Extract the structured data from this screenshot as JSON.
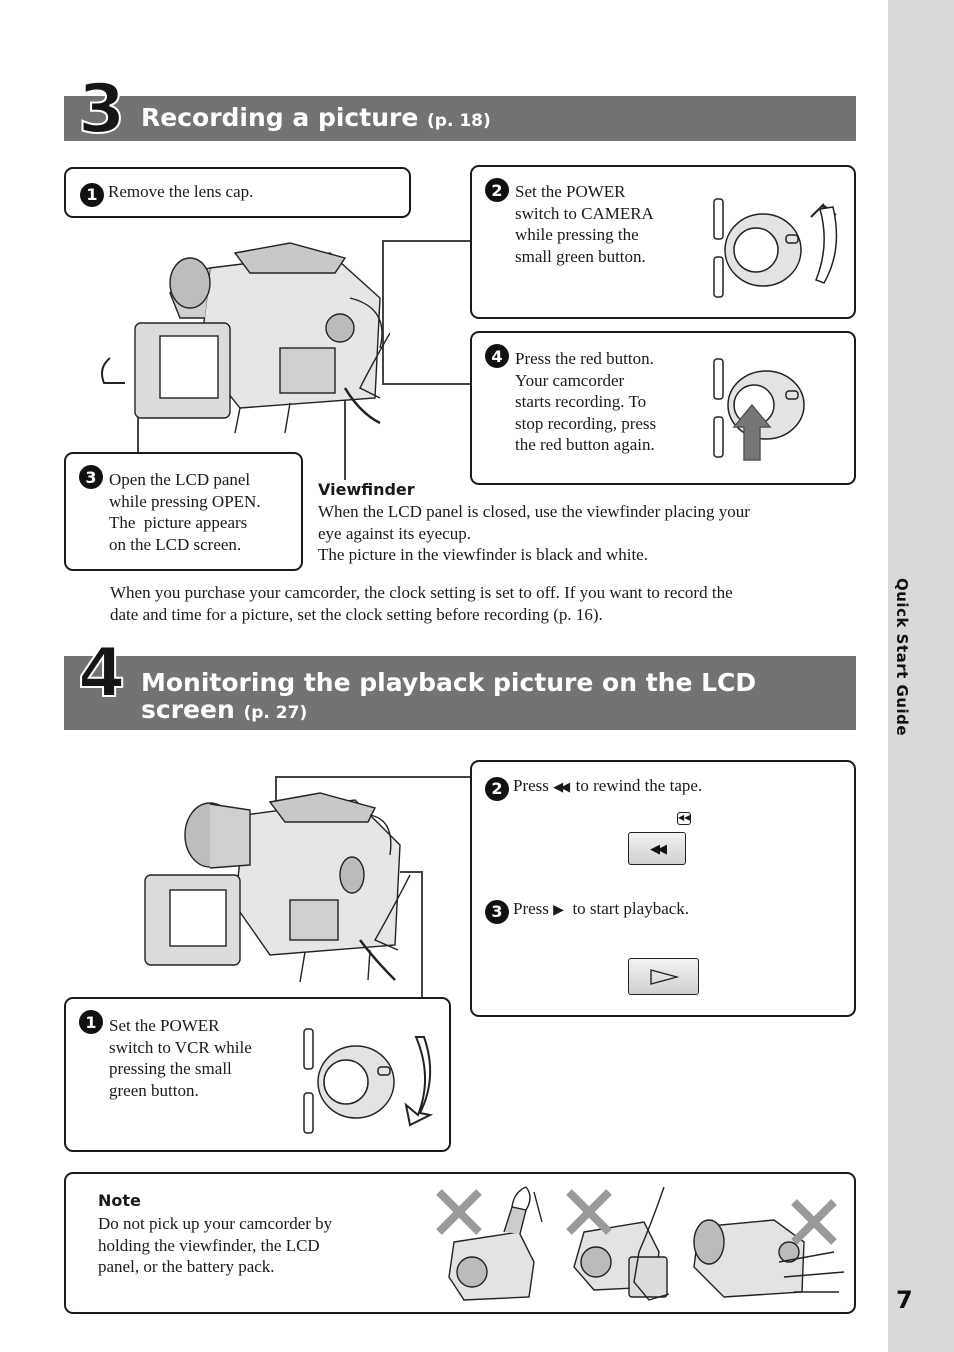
{
  "section3": {
    "number": "3",
    "title": "Recording a picture",
    "ref": "(p. 18)",
    "steps": [
      {
        "n": "1",
        "text": "Remove the lens cap."
      },
      {
        "n": "2",
        "lines": [
          "Set the POWER",
          "switch to CAMERA",
          "while pressing the",
          "small green button."
        ]
      },
      {
        "n": "3",
        "lines": [
          "Open the LCD panel",
          "while pressing OPEN.",
          "The  picture appears",
          "on the LCD screen."
        ]
      },
      {
        "n": "4",
        "lines": [
          "Press the red button.",
          "Your camcorder",
          "starts recording. To",
          "stop recording, press",
          "the red button again."
        ]
      }
    ],
    "viewfinder": {
      "heading": "Viewfinder",
      "lines": [
        "When the LCD panel is closed, use the viewfinder placing your",
        "eye against its eyecup.",
        "The picture in the viewfinder is black and white."
      ]
    },
    "clock_note": [
      "When you purchase your camcorder, the clock setting is set to off. If you want to record the",
      "date and time for a picture, set the clock setting before recording (p. 16)."
    ]
  },
  "section4": {
    "number": "4",
    "title_line1": "Monitoring the playback picture on the LCD",
    "title_line2": "screen",
    "ref": "(p. 27)",
    "steps": [
      {
        "n": "1",
        "lines": [
          "Set the POWER",
          "switch to VCR while",
          "pressing the small",
          "green button."
        ]
      },
      {
        "n": "2",
        "pre": "Press",
        "post": "to rewind the tape."
      },
      {
        "n": "3",
        "pre": "Press",
        "post": "to start playback."
      }
    ]
  },
  "note": {
    "heading": "Note",
    "lines": [
      "Do not pick up your camcorder by",
      "holding the viewfinder, the LCD",
      "panel, or the battery pack."
    ]
  },
  "sidebar": {
    "label": "Quick Start Guide"
  },
  "page_number": "7"
}
